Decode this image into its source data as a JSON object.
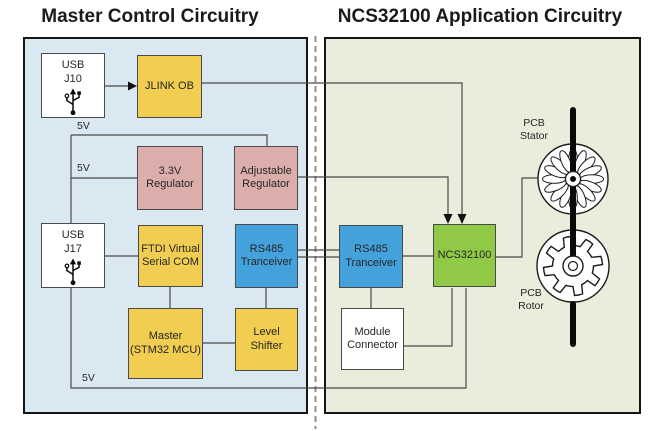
{
  "titles": {
    "left": "Master Control Circuitry",
    "right": "NCS32100 Application Circuitry"
  },
  "blocks": {
    "usb_j10": {
      "line1": "USB",
      "line2": "J10"
    },
    "jlink_ob": {
      "label": "JLINK OB"
    },
    "reg_33v": {
      "line1": "3.3V",
      "line2": "Regulator"
    },
    "adj_reg": {
      "line1": "Adjustable",
      "line2": "Regulator"
    },
    "usb_j17": {
      "line1": "USB",
      "line2": "J17"
    },
    "ftdi": {
      "line1": "FTDI Virtual",
      "line2": "Serial COM"
    },
    "rs485_master": {
      "line1": "RS485",
      "line2": "Tranceiver"
    },
    "master_mcu": {
      "line1": "Master",
      "line2": "(STM32 MCU)"
    },
    "level_shifter": {
      "line1": "Level",
      "line2": "Shifter"
    },
    "rs485_app": {
      "line1": "RS485",
      "line2": "Tranceiver"
    },
    "ncs32100": {
      "label": "NCS32100"
    },
    "module_connector": {
      "line1": "Module",
      "line2": "Connector"
    }
  },
  "labels": {
    "v5_top": "5V",
    "v5_mid": "5V",
    "v5_bottom": "5V",
    "pcb_stator": {
      "line1": "PCB",
      "line2": "Stator"
    },
    "pcb_rotor": {
      "line1": "PCB",
      "line2": "Rotor"
    }
  },
  "colors": {
    "panel_left_fill": "#dae9f1",
    "panel_right_fill": "#e9eddc",
    "block_yellow": "#f1cd51",
    "block_pink": "#dcaeab",
    "block_blue": "#43a1dc",
    "block_green": "#90c945",
    "block_white": "#ffffff",
    "wire": "#4a4a4a",
    "panel_border": "#151515",
    "separator_dash": "#8f8f8f",
    "text": "#262626"
  }
}
